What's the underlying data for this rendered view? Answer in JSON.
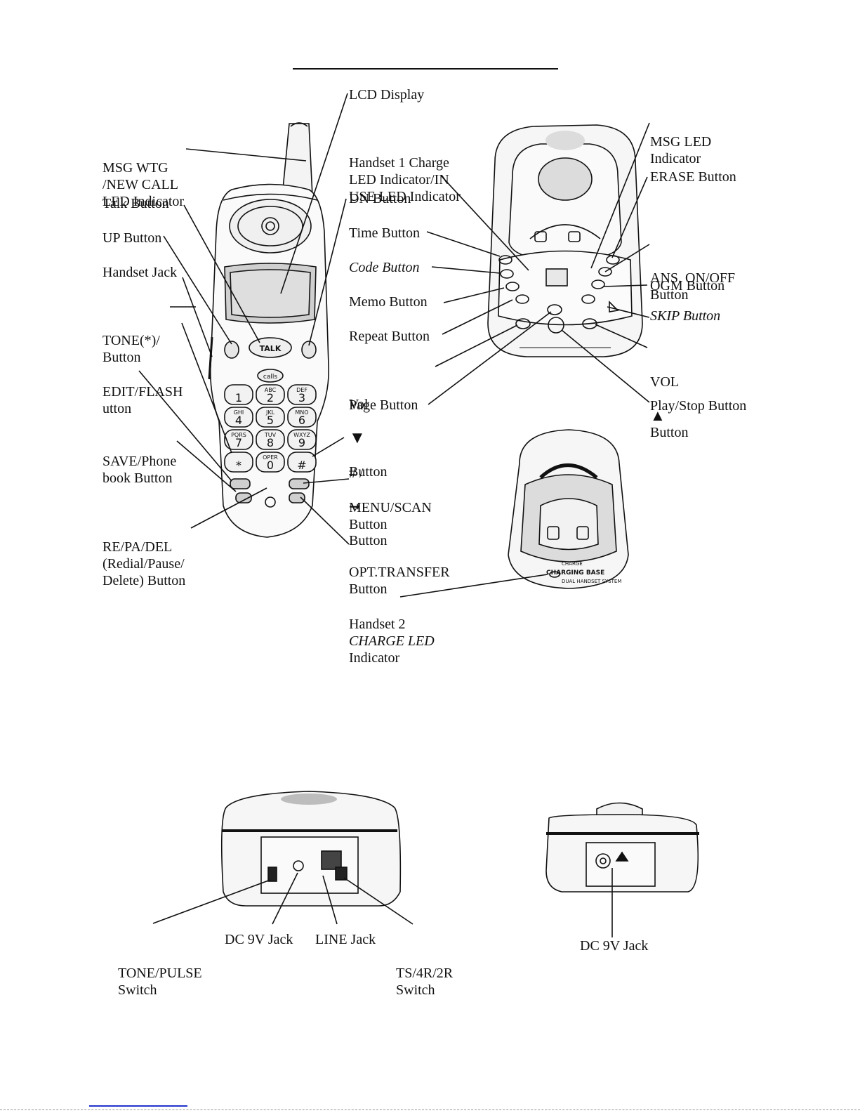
{
  "handset_labels": {
    "msg_wtg": [
      "MSG WTG",
      "/NEW CALL",
      "LED Indicator"
    ],
    "talk": [
      "Talk Button"
    ],
    "up": [
      "UP Button"
    ],
    "handset_jack": [
      "Handset Jack"
    ],
    "tone": [
      "TONE(*)/",
      "Button"
    ],
    "edit_flash": [
      "EDIT/FLASH",
      "utton"
    ],
    "save_phonebook": [
      "SAVE/Phone",
      "book Button"
    ],
    "re_pa_del": [
      "RE/PA/DEL",
      "(Redial/Pause/",
      "Delete) Button"
    ]
  },
  "center_labels": {
    "lcd": [
      "LCD Display"
    ],
    "handset1": [
      "Handset 1 Charge",
      "LED Indicator/IN",
      "USE LED Indicator"
    ],
    "dn": [
      "DN Button"
    ],
    "time": [
      "Time Button"
    ],
    "code": [
      "Code Button"
    ],
    "memo": [
      "Memo Button"
    ],
    "repeat": [
      "Repeat Button"
    ],
    "vol_down_prefix": "Vol",
    "vol_down_suffix": "Button",
    "page": [
      "Page Button"
    ],
    "hash_prefix": "# /",
    "hash_suffix": "Button",
    "menu_scan": [
      "MENU/SCAN",
      "Button"
    ],
    "opt_transfer": [
      "OPT.TRANSFER",
      "Button"
    ],
    "handset2": [
      "Handset 2",
      "CHARGE LED",
      "Indicator"
    ]
  },
  "base_labels": {
    "msg_led": [
      "MSG LED",
      "Indicator"
    ],
    "erase": [
      "ERASE Button"
    ],
    "ans": [
      "ANS. ON/OFF",
      "Button"
    ],
    "ogm": [
      "OGM Button"
    ],
    "skip": [
      "SKIP Button"
    ],
    "vol_up_prefix": "VOL",
    "vol_up_suffix": "Button",
    "play_stop": [
      "Play/Stop Button"
    ]
  },
  "rear_labels": {
    "tone_pulse": [
      "TONE/PULSE",
      "Switch"
    ],
    "dc_jack": [
      "DC 9V Jack"
    ],
    "line_jack": [
      "LINE Jack"
    ],
    "ts_switch": [
      "TS/4R/2R",
      "Switch"
    ],
    "dc_jack_charger": [
      "DC 9V Jack"
    ]
  },
  "device_text": {
    "talk_key": "TALK",
    "calls_key": "calls",
    "keypad": [
      {
        "num": "1",
        "letters": ""
      },
      {
        "num": "2",
        "letters": "ABC"
      },
      {
        "num": "3",
        "letters": "DEF"
      },
      {
        "num": "4",
        "letters": "GHI"
      },
      {
        "num": "5",
        "letters": "JKL"
      },
      {
        "num": "6",
        "letters": "MNO"
      },
      {
        "num": "7",
        "letters": "PQRS"
      },
      {
        "num": "8",
        "letters": "TUV"
      },
      {
        "num": "9",
        "letters": "WXYZ"
      },
      {
        "num": "*",
        "letters": ""
      },
      {
        "num": "0",
        "letters": "OPER"
      },
      {
        "num": "#",
        "letters": ""
      }
    ],
    "charging_base": "CHARGING BASE",
    "dual_handset": "DUAL HANDSET SYSTEM",
    "charge": "CHARGE"
  },
  "colors": {
    "ink": "#111111",
    "grey_fill": "#dcdcdc",
    "underline": "#2233cc"
  }
}
